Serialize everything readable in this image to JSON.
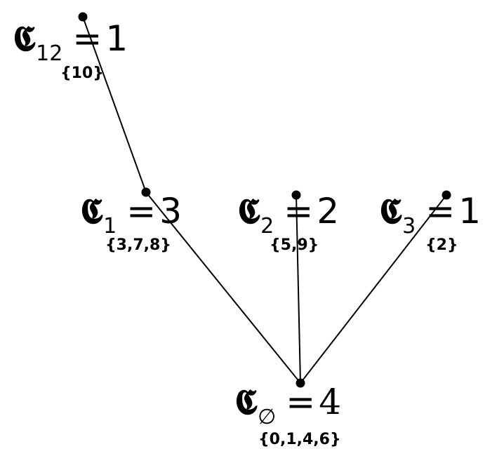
{
  "nodes": {
    "c12": {
      "symbol": "𝕮",
      "sub": "12",
      "eq": "=",
      "value": "1",
      "set": "{10}"
    },
    "c1": {
      "symbol": "𝕮",
      "sub": "1",
      "eq": "=",
      "value": "3",
      "set": "{3,7,8}"
    },
    "c2": {
      "symbol": "𝕮",
      "sub": "2",
      "eq": "=",
      "value": "2",
      "set": "{5,9}"
    },
    "c3": {
      "symbol": "𝕮",
      "sub": "3",
      "eq": "=",
      "value": "1",
      "set": "{2}"
    },
    "c0": {
      "symbol": "𝕮",
      "sub": "∅",
      "eq": "=",
      "value": "4",
      "set": "{0,1,4,6}"
    }
  },
  "edges": [
    [
      "c12",
      "c1"
    ],
    [
      "c1",
      "c0"
    ],
    [
      "c2",
      "c0"
    ],
    [
      "c3",
      "c0"
    ]
  ],
  "colors": {
    "ink": "#000000",
    "background": "#ffffff"
  }
}
